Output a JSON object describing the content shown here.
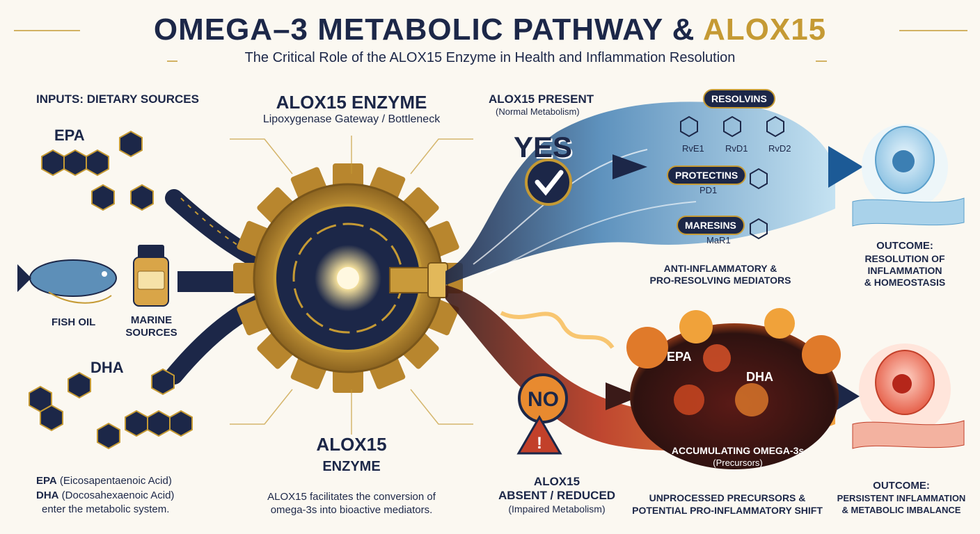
{
  "header": {
    "title_main": "OMEGA–3 METABOLIC PATHWAY & ",
    "title_accent": "ALOX15",
    "subtitle": "The Critical Role of the ALOX15 Enzyme in Health and Inflammation Resolution"
  },
  "inputs": {
    "heading": "INPUTS: DIETARY SOURCES",
    "epa_label": "EPA",
    "dha_label": "DHA",
    "fish_oil": "FISH OIL",
    "marine_sources": "MARINE\nSOURCES",
    "epa_def_abbr": "EPA",
    "epa_def_text": " (Eicosapentaenoic Acid)",
    "dha_def_abbr": "DHA",
    "dha_def_text": " (Docosahexaenoic Acid)",
    "enter_text": "enter the metabolic system."
  },
  "enzyme": {
    "heading": "ALOX15 ENZYME",
    "subheading": "Lipoxygenase Gateway / Bottleneck",
    "bottom_line1": "ALOX15",
    "bottom_line2": "ENZYME",
    "caption": "ALOX15 facilitates the conversion of omega-3s into bioactive mediators."
  },
  "present_path": {
    "heading": "ALOX15 PRESENT",
    "subheading": "(Normal Metabolism)",
    "answer": "YES",
    "resolvins": "RESOLVINS",
    "resolvin_items": [
      "RvE1",
      "RvD1",
      "RvD2"
    ],
    "protectins": "PROTECTINS",
    "protectin_item": "PD1",
    "maresins": "MARESINS",
    "maresin_item": "MaR1",
    "mediators_caption": "ANTI-INFLAMMATORY &\nPRO-RESOLVING MEDIATORS",
    "outcome_heading": "OUTCOME:",
    "outcome_text": "RESOLUTION OF\nINFLAMMATION\n& HOMEOSTASIS"
  },
  "absent_path": {
    "answer": "NO",
    "heading_line1": "ALOX15",
    "heading_line2": "ABSENT / REDUCED",
    "subheading": "(Impaired Metabolism)",
    "epa_label": "EPA",
    "dha_label": "DHA",
    "accum_line1": "ACCUMULATING OMEGA-3s",
    "accum_line2": "(Precursors)",
    "shift_caption": "UNPROCESSED PRECURSORS &\nPOTENTIAL PRO-INFLAMMATORY SHIFT",
    "outcome_heading": "OUTCOME:",
    "outcome_text": "PERSISTENT INFLAMMATION\n& METABOLIC IMBALANCE"
  },
  "colors": {
    "navy": "#1c2748",
    "gold": "#c59a34",
    "blue_flow": "#7fb8dc",
    "fire": "#d9481c"
  }
}
